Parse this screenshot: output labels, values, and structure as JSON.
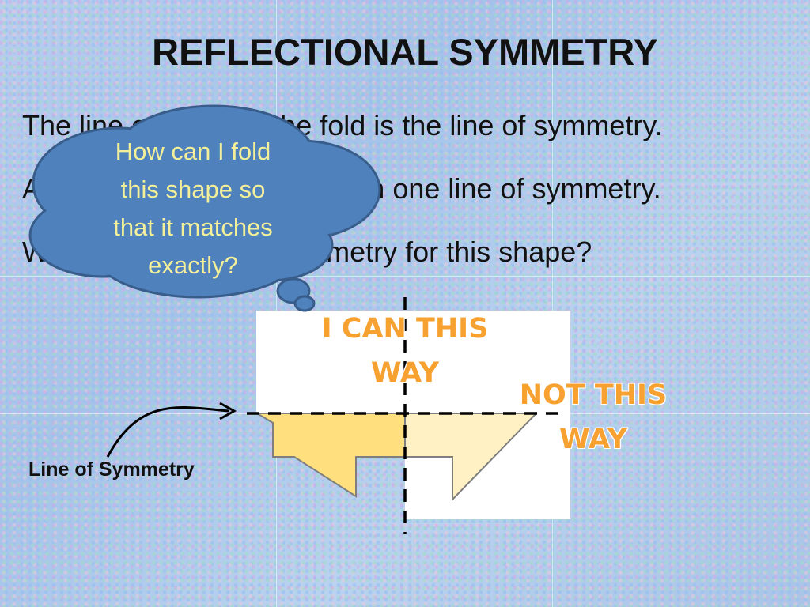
{
  "slide": {
    "title": "REFLECTIONAL SYMMETRY",
    "line1": "The line created by the fold is the line of symmetry.",
    "line2": "A shape can have more than one line of symmetry.",
    "line3": "Where is the line of symmetry for this shape?"
  },
  "thought_bubble": {
    "text_lines": [
      "How can I fold",
      "this shape so",
      "that it matches",
      "exactly?"
    ]
  },
  "callouts": {
    "can": [
      "I CAN THIS",
      "WAY"
    ],
    "not": [
      "NOT THIS",
      "WAY"
    ]
  },
  "labels": {
    "line_of_symmetry": "Line of Symmetry"
  },
  "colors": {
    "background": "#a9c6ec",
    "cloud_fill": "#4f81bd",
    "cloud_stroke": "#385d8a",
    "cloud_text": "#f4f09a",
    "shape_fill_dark": "#ffdf7e",
    "shape_fill_light": "#fff1c4",
    "callout_text": "#f7a230"
  }
}
